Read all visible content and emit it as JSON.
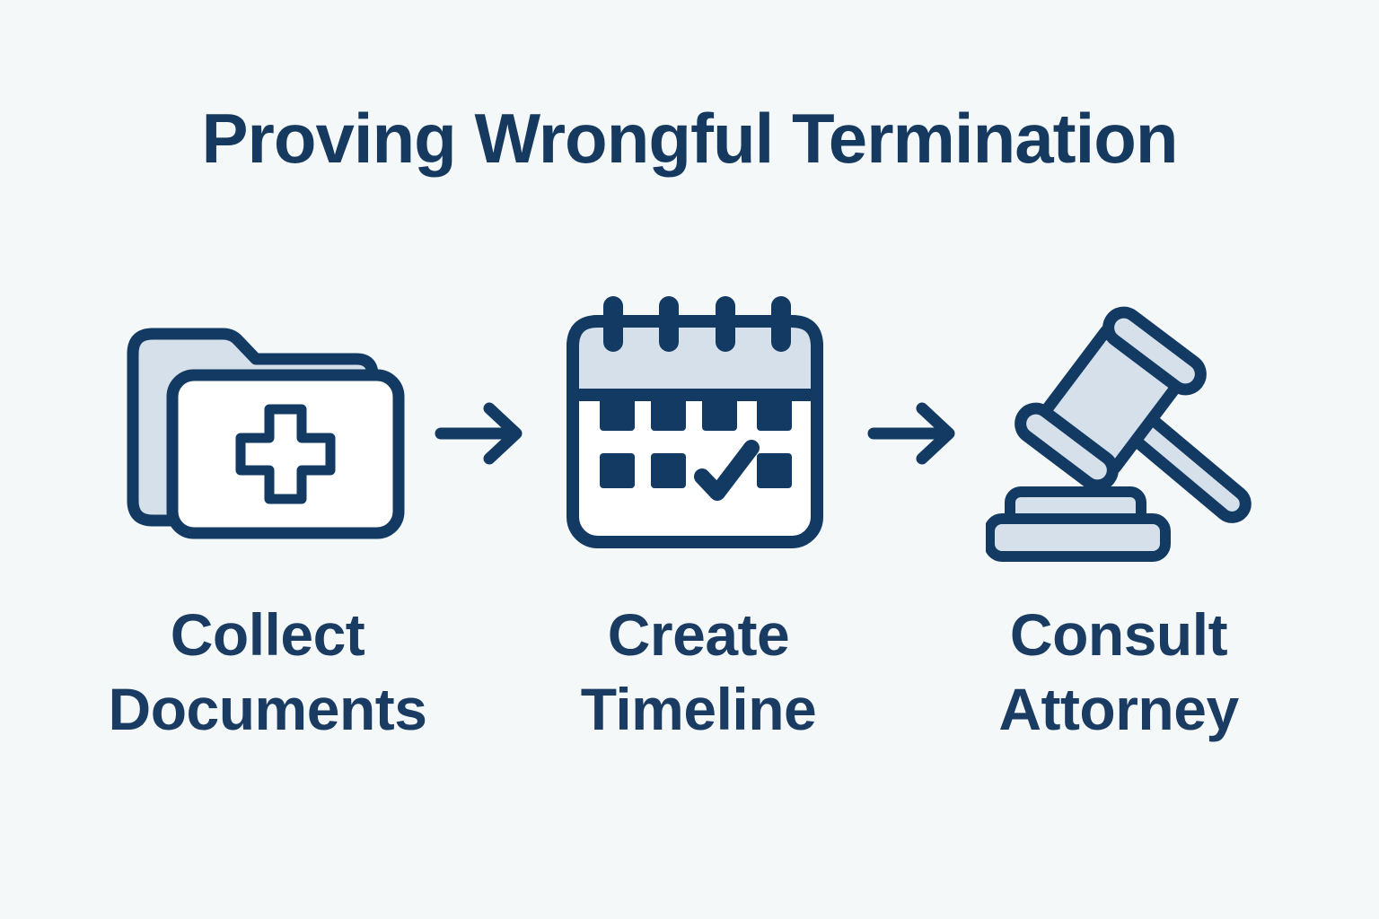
{
  "page": {
    "title": "Proving Wrongful Termination",
    "background_color": "#f5f8f9"
  },
  "palette": {
    "navy": "#123a63",
    "light_blue": "#d5e0ea",
    "text_navy": "#16395f",
    "white": "#ffffff"
  },
  "steps": [
    {
      "icon": "folder-plus-icon",
      "label_line1": "Collect",
      "label_line2": "Documents"
    },
    {
      "icon": "calendar-check-icon",
      "label_line1": "Create",
      "label_line2": "Timeline"
    },
    {
      "icon": "gavel-icon",
      "label_line1": "Consult",
      "label_line2": "Attorney"
    }
  ],
  "connectors": [
    {
      "icon": "arrow-right-icon",
      "direction": "right"
    },
    {
      "icon": "arrow-right-icon",
      "direction": "right"
    }
  ]
}
